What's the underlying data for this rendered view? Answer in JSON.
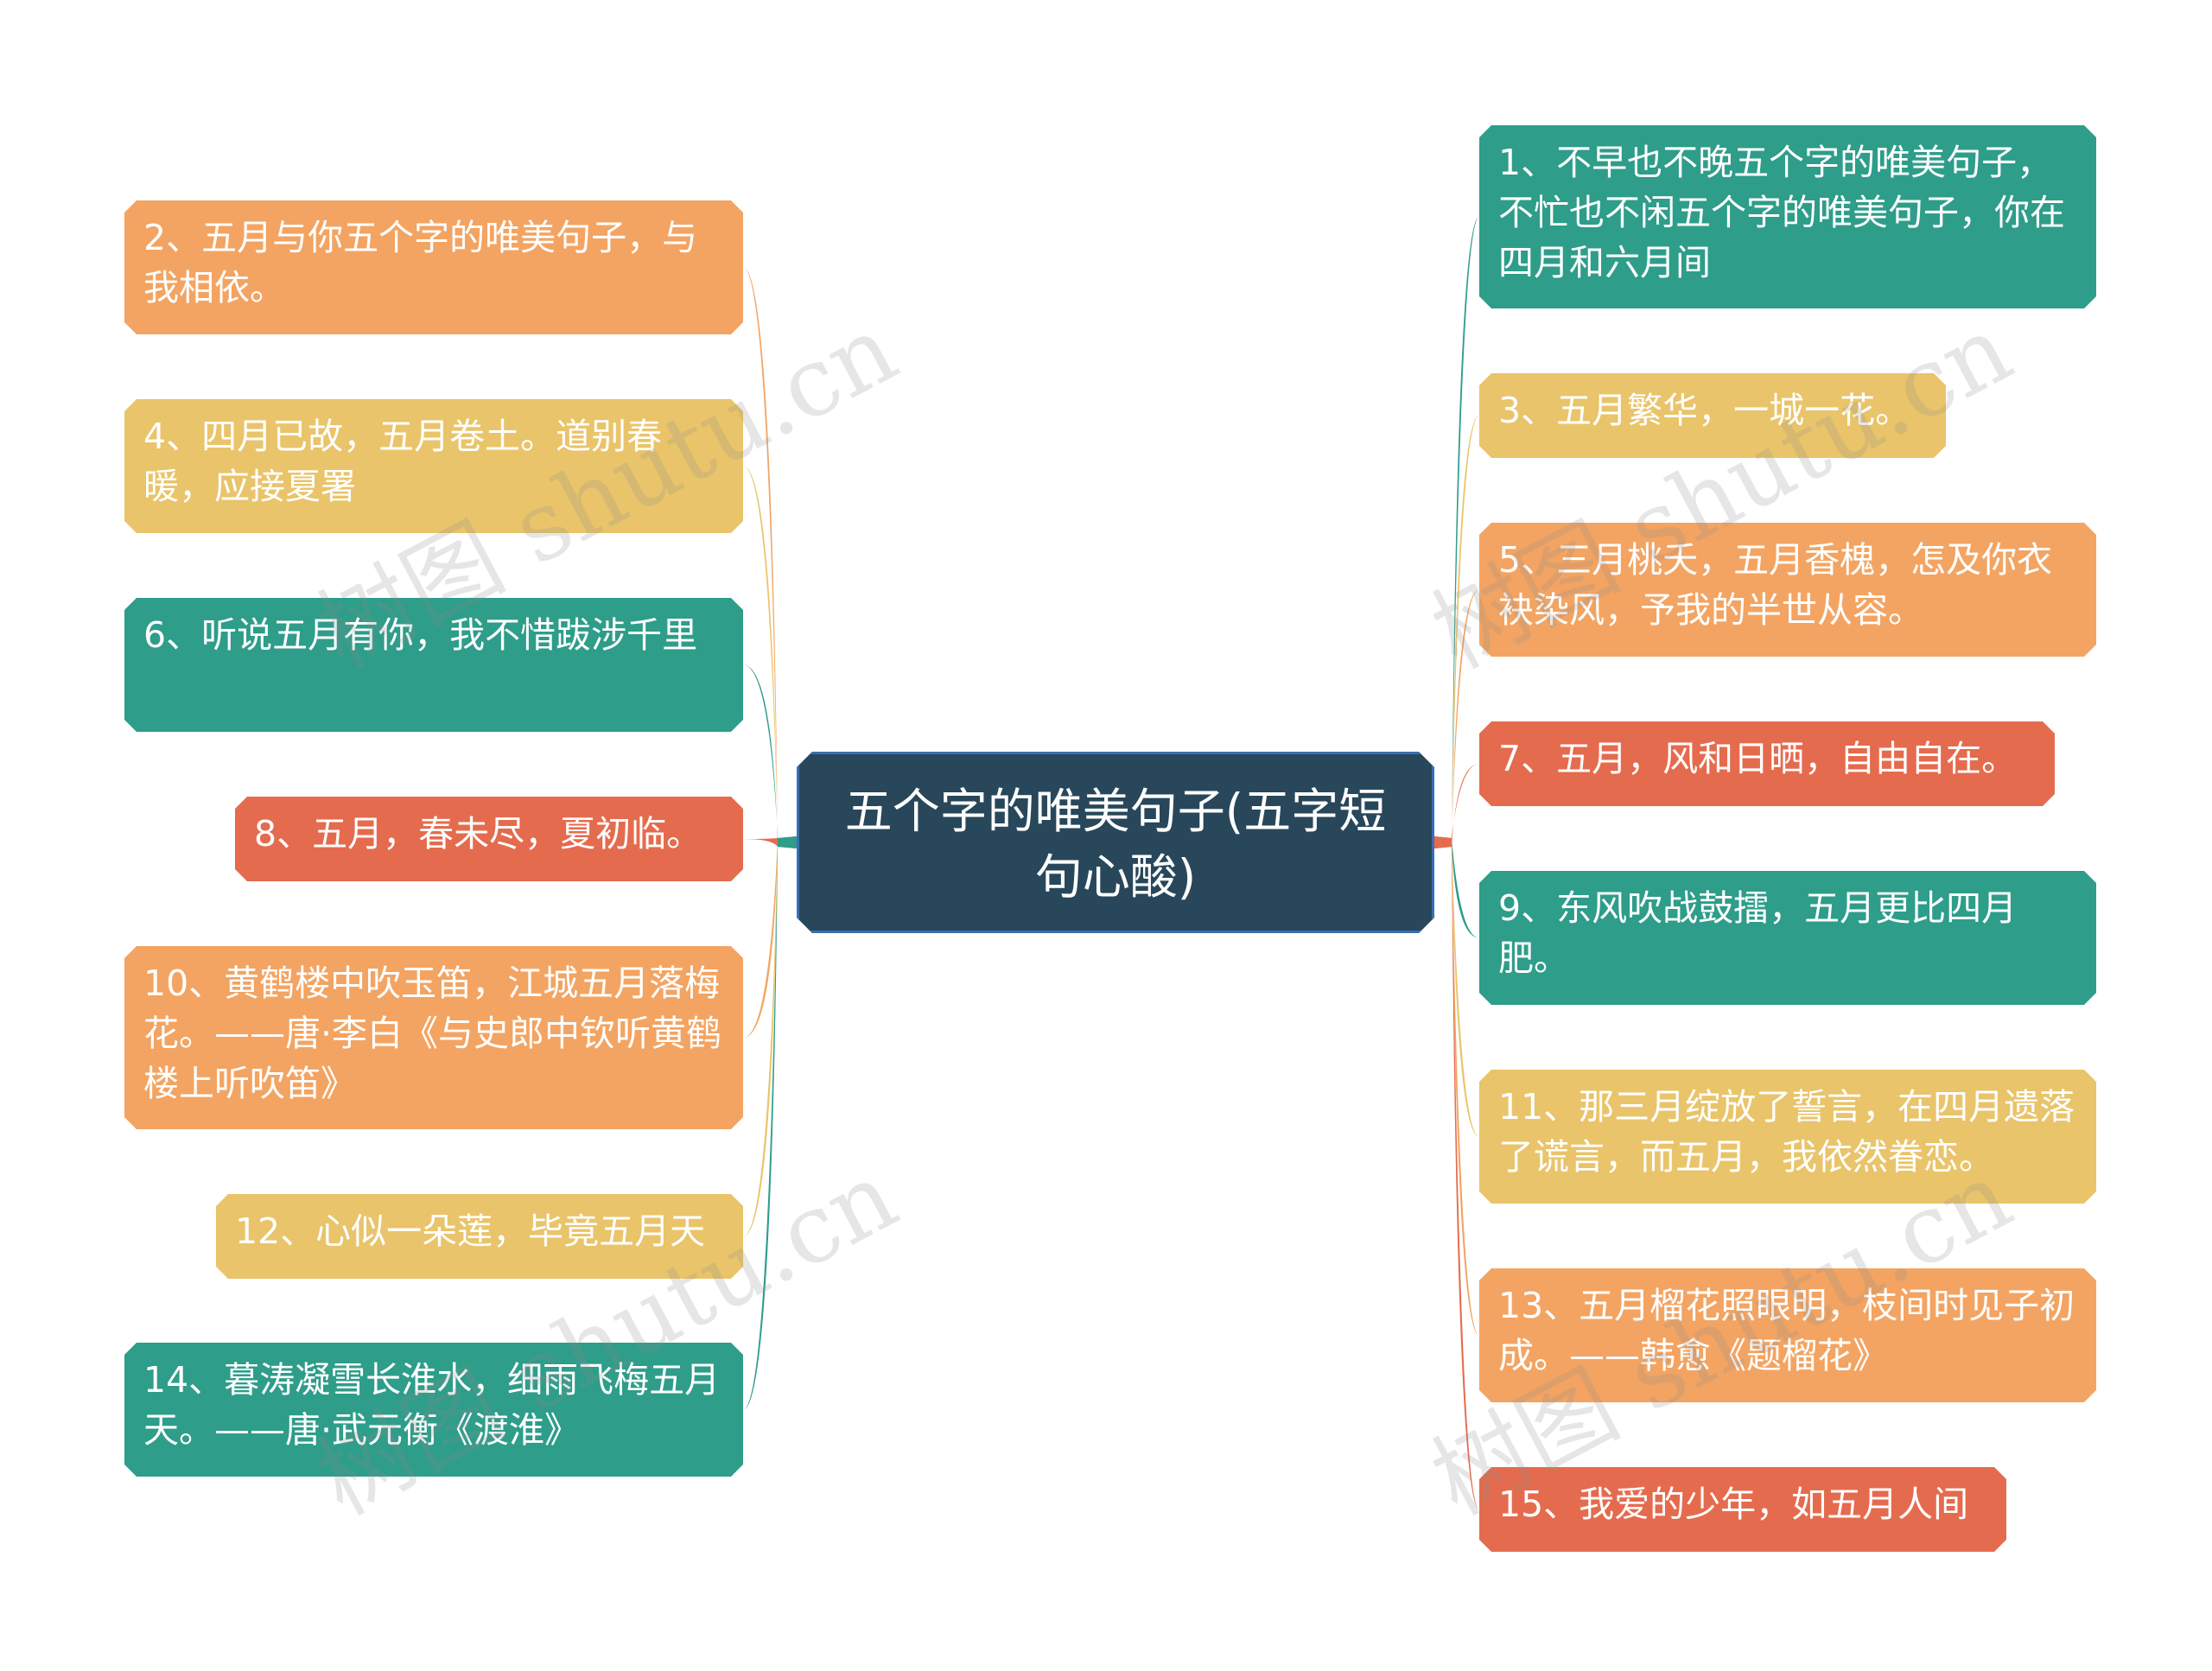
{
  "colors": {
    "teal": "#2e9d8a",
    "orange": "#f3a462",
    "yellow": "#e9c46a",
    "red": "#e56b4e",
    "center": "#28475a"
  },
  "center": {
    "text": "五个字的唯美句子(五字短句心酸)"
  },
  "left": [
    {
      "text": "2、五月与你五个字的唯美句子，与我相依。",
      "color": "orange"
    },
    {
      "text": "4、四月已故，五月卷土。道别春暖，应接夏署",
      "color": "yellow"
    },
    {
      "text": "6、听说五月有你，我不惜跋涉千里",
      "color": "teal"
    },
    {
      "text": "8、五月，春未尽，夏初临。",
      "color": "red"
    },
    {
      "text": "10、黄鹤楼中吹玉笛，江城五月落梅花。——唐·李白《与史郎中钦听黄鹤楼上听吹笛》",
      "color": "orange"
    },
    {
      "text": "12、心似一朵莲，毕竟五月天",
      "color": "yellow"
    },
    {
      "text": "14、暮涛凝雪长淮水，细雨飞梅五月天。——唐·武元衡《渡淮》",
      "color": "teal"
    }
  ],
  "right": [
    {
      "text": "1、不早也不晚五个字的唯美句子，不忙也不闲五个字的唯美句子，你在四月和六月间",
      "color": "teal"
    },
    {
      "text": "3、五月繁华，一城一花。",
      "color": "yellow"
    },
    {
      "text": "5、三月桃夭，五月香槐，怎及你衣袂染风，予我的半世从容。",
      "color": "orange"
    },
    {
      "text": "7、五月，风和日晒，自由自在。",
      "color": "red"
    },
    {
      "text": "9、东风吹战鼓擂，五月更比四月肥。",
      "color": "teal"
    },
    {
      "text": "11、那三月绽放了誓言，在四月遗落了谎言，而五月，我依然眷恋。",
      "color": "yellow"
    },
    {
      "text": "13、五月榴花照眼明，枝间时见子初成。——韩愈《题榴花》",
      "color": "orange"
    },
    {
      "text": "15、我爱的少年，如五月人间",
      "color": "red"
    }
  ],
  "watermark": "树图 shutu.cn"
}
